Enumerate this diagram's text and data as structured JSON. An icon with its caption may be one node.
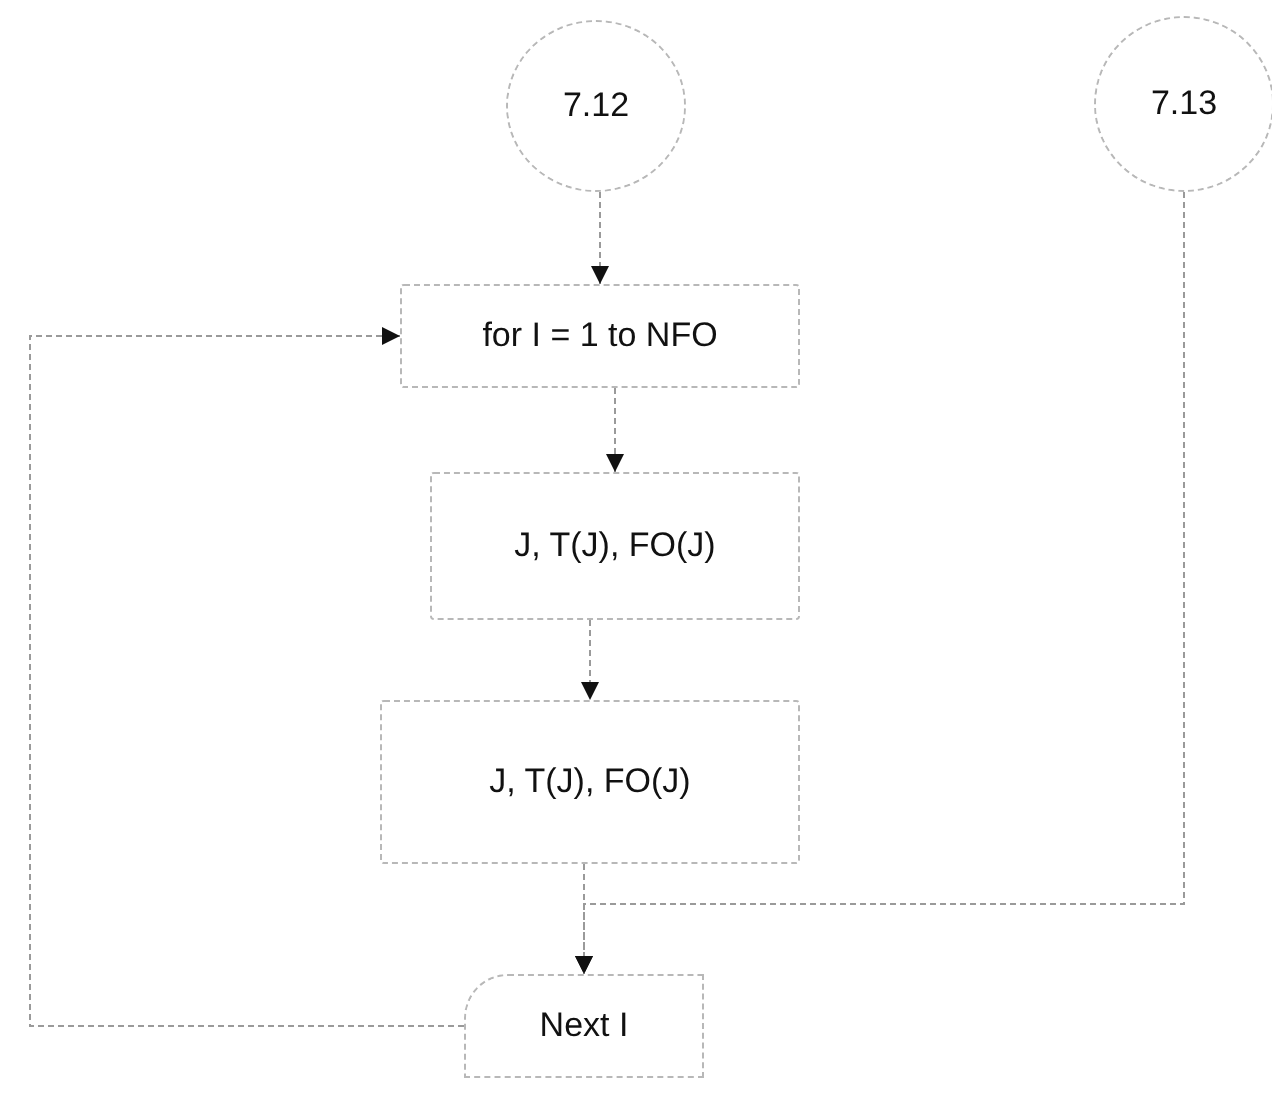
{
  "diagram": {
    "nodes": [
      {
        "text": [
          "7.12"
        ]
      },
      {
        "text": [
          "7.13"
        ]
      },
      {
        "text": [
          "for I = 1 to NFO"
        ]
      },
      {
        "text": [
          "J, T(J), FO(J)"
        ]
      },
      {
        "text": [
          "J, T(J), FO(J)"
        ]
      },
      {
        "text": [
          "Next I"
        ]
      }
    ],
    "edges": [
      {
        "from": 0,
        "to": 2,
        "arrow": "to"
      },
      {
        "from": 2,
        "to": 3,
        "arrow": "to"
      },
      {
        "from": 3,
        "to": 4,
        "arrow": "to"
      },
      {
        "from": 4,
        "to": 5,
        "arrow": "to"
      },
      {
        "from": 1,
        "to": 5,
        "arrow": "to"
      },
      {
        "from": 5,
        "to": 2,
        "arrow": "to"
      }
    ]
  }
}
